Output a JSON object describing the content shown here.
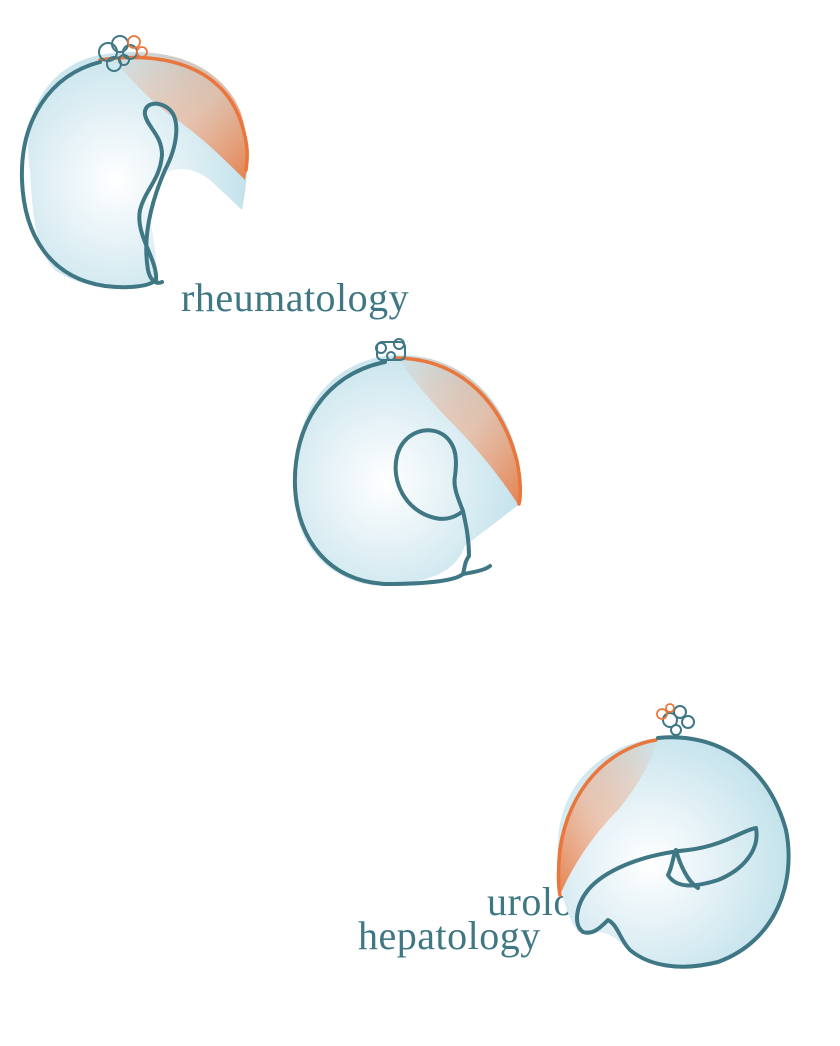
{
  "logos": [
    {
      "label": "rheumatology",
      "organ": "joint-icon"
    },
    {
      "label": "urology",
      "organ": "kidney-icon"
    },
    {
      "label": "hepatology",
      "organ": "liver-icon"
    }
  ],
  "colors": {
    "outline": "#3f7784",
    "fill_light": "#d6ecf2",
    "accent": "#e9773d",
    "text": "#3f7784"
  }
}
